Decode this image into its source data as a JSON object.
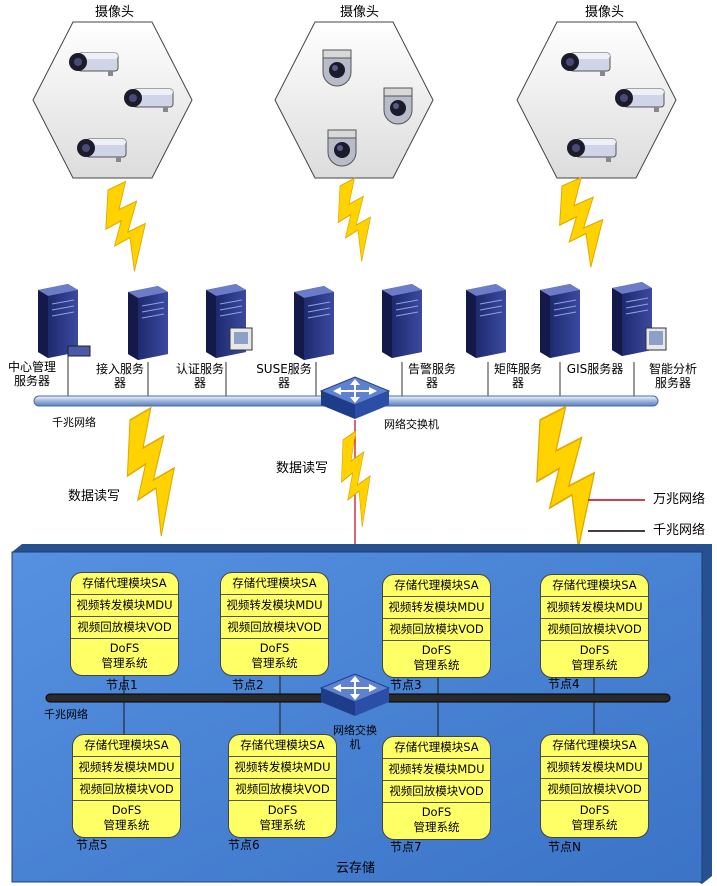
{
  "cameras": {
    "group1_label": "摄像头",
    "group2_label": "摄像头",
    "group3_label": "摄像头"
  },
  "servers": [
    {
      "label_l1": "中心管理",
      "label_l2": "服务器"
    },
    {
      "label_l1": "接入服务",
      "label_l2": "器"
    },
    {
      "label_l1": "认证服务",
      "label_l2": "器"
    },
    {
      "label_l1": "SUSE服务",
      "label_l2": "器"
    },
    {
      "label_l1": "告警服务",
      "label_l2": "器"
    },
    {
      "label_l1": "矩阵服务",
      "label_l2": "器"
    },
    {
      "label_l1": "GIS服务器",
      "label_l2": ""
    },
    {
      "label_l1": "智能分析",
      "label_l2": "服务器"
    }
  ],
  "top_network": {
    "bus_label": "千兆网络",
    "switch_label": "网络交换机"
  },
  "links": {
    "read_write_left": "数据读写",
    "read_write_center": "数据读写"
  },
  "legend": {
    "ten_gig": "万兆网络",
    "one_gig": "千兆网络",
    "ten_gig_color": "#c0001a",
    "one_gig_color": "#000000"
  },
  "cloud": {
    "title": "云存储",
    "bus_label": "千兆网络",
    "switch_label_l1": "网络交换",
    "switch_label_l2": "机",
    "bg_color": "#4a86d6",
    "node_color": "#ffff66",
    "module_sa": "存储代理模块SA",
    "module_mdu": "视频转发模块MDU",
    "module_vod": "视频回放模块VOD",
    "dofs_l1": "DoFS",
    "dofs_l2": "管理系统",
    "nodes": [
      "节点1",
      "节点2",
      "节点3",
      "节点4",
      "节点5",
      "节点6",
      "节点7",
      "节点N"
    ]
  }
}
